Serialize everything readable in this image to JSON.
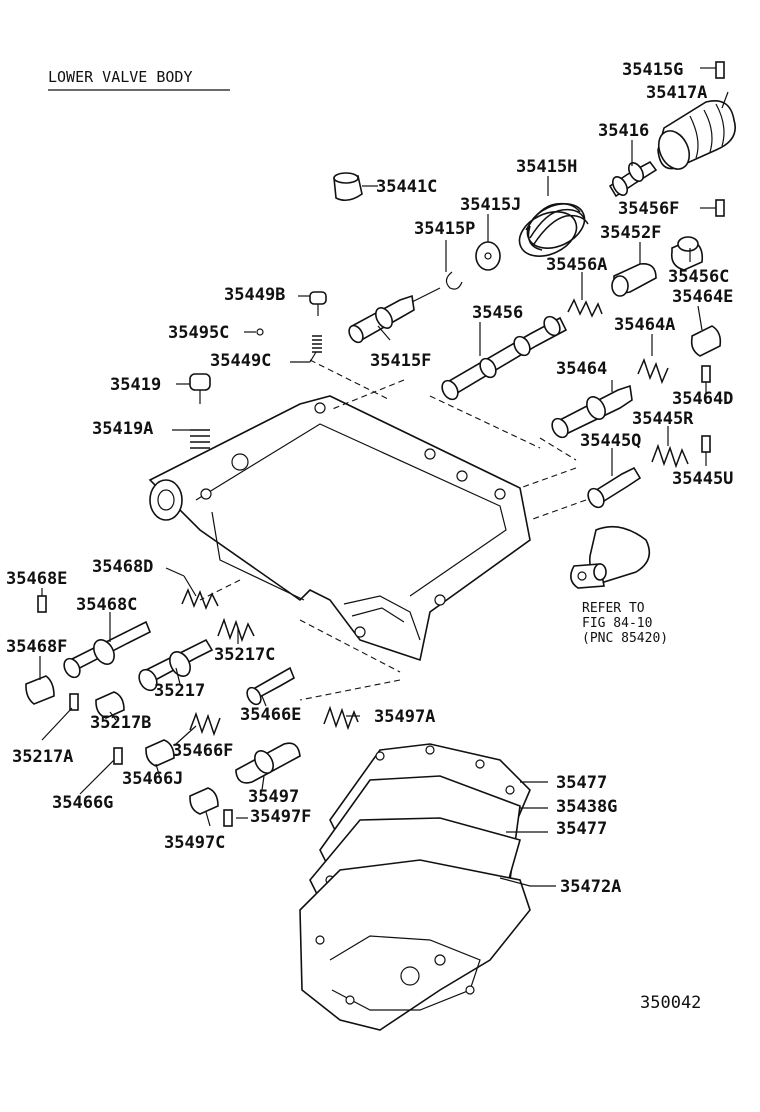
{
  "title": "LOWER VALVE BODY",
  "figure_number": "350042",
  "refer_note": {
    "line1": "REFER TO",
    "line2": "FIG 84-10",
    "line3": "(PNC 85420)"
  },
  "parts": [
    "35415G",
    "35417A",
    "35416",
    "35415H",
    "35441C",
    "35415J",
    "35456F",
    "35415P",
    "35452F",
    "35456A",
    "35456C",
    "35449B",
    "35464E",
    "35456",
    "35495C",
    "35464A",
    "35449C",
    "35415F",
    "35464",
    "35419",
    "35464D",
    "35445R",
    "35419A",
    "35445Q",
    "35445U",
    "35468E",
    "35468D",
    "35468C",
    "35217C",
    "35468F",
    "35217",
    "35466E",
    "35497A",
    "35217B",
    "35217A",
    "35466F",
    "35477",
    "35466J",
    "35497",
    "35466G",
    "35438G",
    "35497F",
    "35497C",
    "35477",
    "35472A"
  ]
}
